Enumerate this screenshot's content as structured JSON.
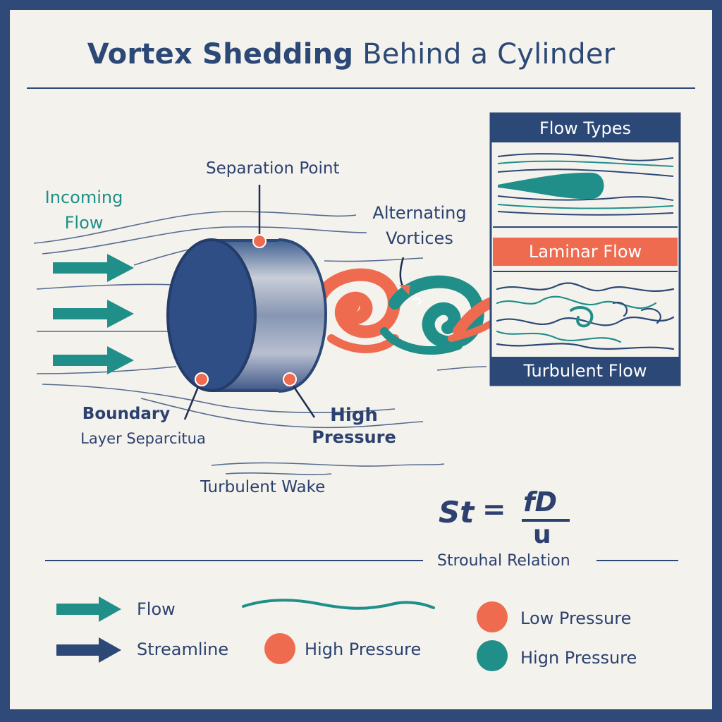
{
  "title": {
    "bold": "Vortex Shedding",
    "rest": " Behind a Cylinder"
  },
  "labels": {
    "separation_point": "Separation Point",
    "incoming_flow_1": "Incoming",
    "incoming_flow_2": "Flow",
    "alternating_1": "Alternating",
    "alternating_2": "Vortices",
    "boundary_1": "Boundary",
    "boundary_2": "Layer Separcitua",
    "high_pressure_1": "High",
    "high_pressure_2": "Pressure",
    "turbulent_wake": "Turbulent Wake"
  },
  "flow_types": {
    "header": "Flow Types",
    "laminar": "Laminar Flow",
    "turbulent": "Turbulent Flow"
  },
  "formula": {
    "lhs": "St",
    "equals": "=",
    "numerator": "fD",
    "denominator": "u",
    "caption": "Strouhal Relation"
  },
  "legend": {
    "flow": "Flow",
    "streamline": "Streamline",
    "high_pressure": "High Pressure",
    "low_pressure": "Low Pressure",
    "high_pressure_teal": "Hign Pressure"
  },
  "colors": {
    "navy": "#2c4877",
    "teal": "#208f89",
    "coral": "#ef6b4f",
    "paper": "#f4f2ec",
    "border": "#2f4a78"
  }
}
